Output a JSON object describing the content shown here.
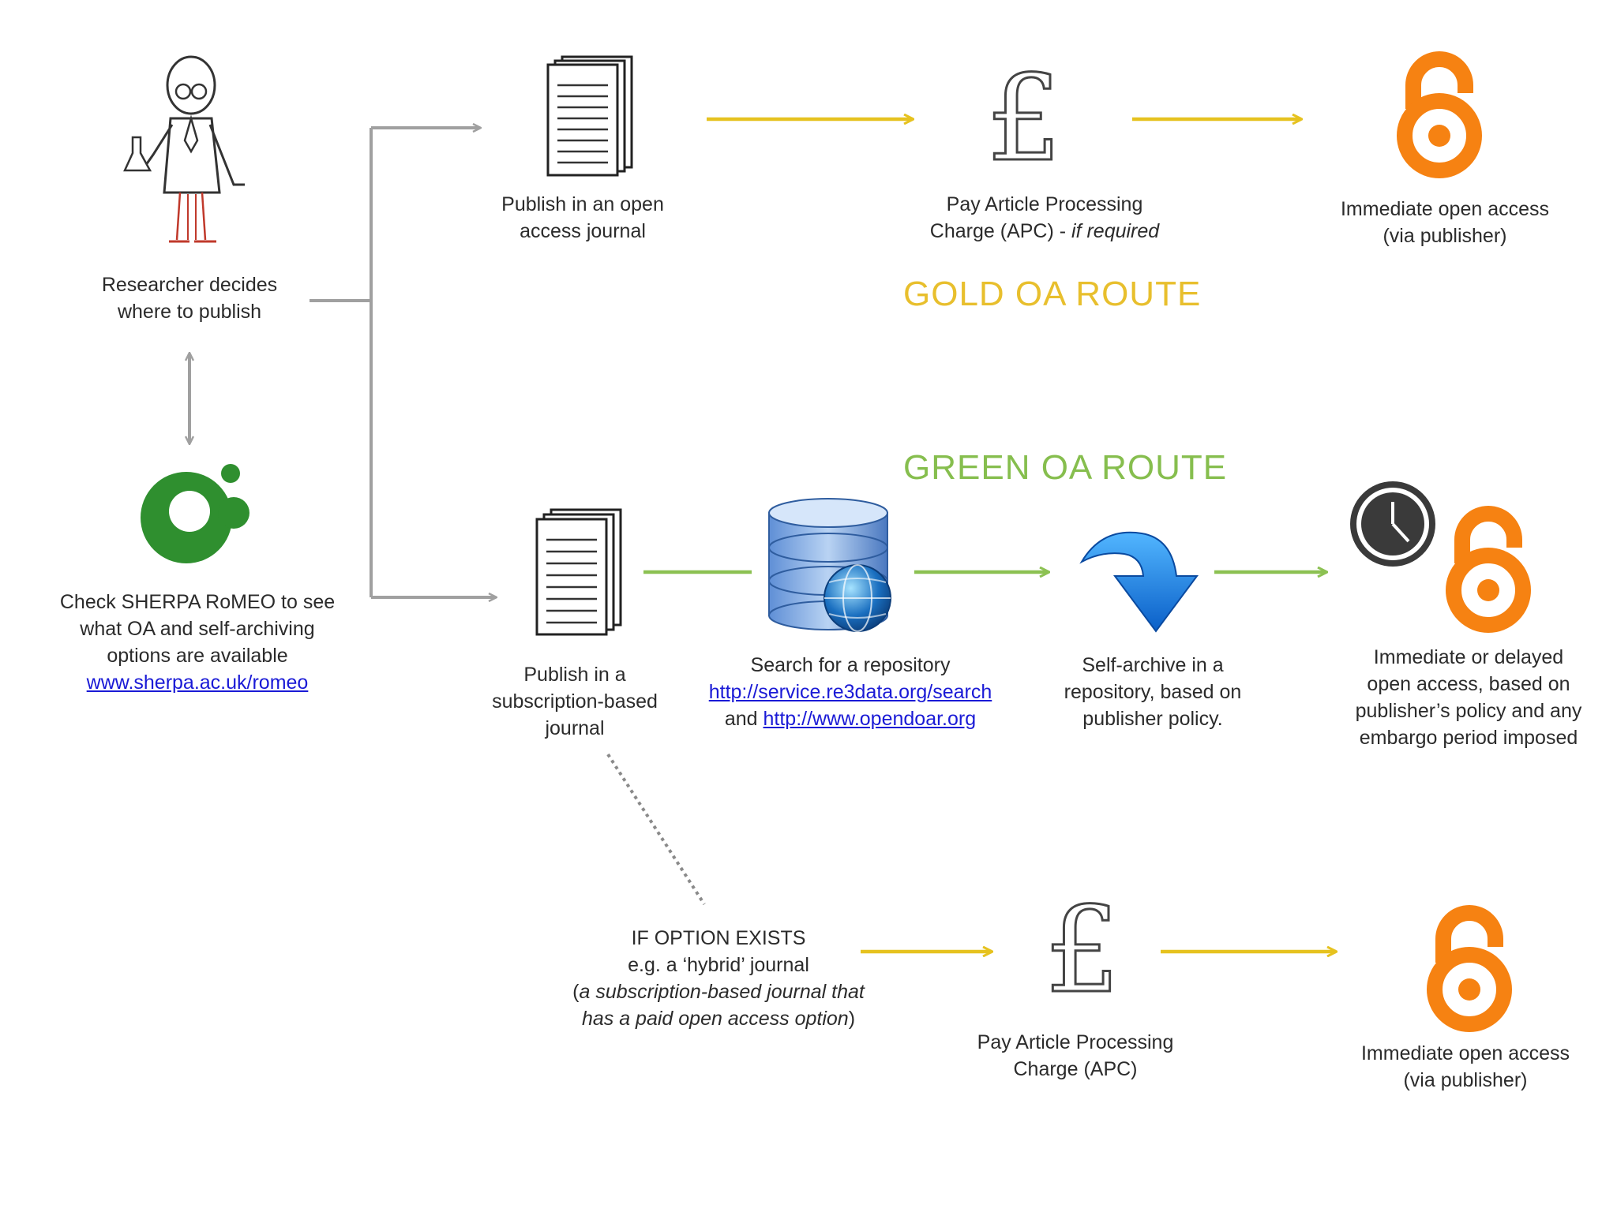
{
  "colors": {
    "gold": "#e8bf2d",
    "gold_arrow": "#e6c21f",
    "green": "#86be4e",
    "green_arrow": "#8cc152",
    "grey_arrow": "#a0a0a0",
    "link": "#1a1ad6",
    "oa_orange": "#f68212",
    "sherpa_green": "#2f8f2f"
  },
  "icons": {
    "researcher": "scientist-icon",
    "sherpa": "sherpa-romeo-logo",
    "document": "document-stack-icon",
    "pound": "pound-sign-icon",
    "open_access": "open-access-lock-icon",
    "database": "database-globe-icon",
    "download_arrow": "curved-down-arrow-icon",
    "clock": "clock-icon"
  },
  "researcher": {
    "line1": "Researcher decides",
    "line2": "where to publish"
  },
  "sherpa": {
    "line1": "Check SHERPA RoMEO to see",
    "line2": "what OA and self-archiving",
    "line3": "options are available",
    "link": "www.sherpa.ac.uk/romeo"
  },
  "gold_route": {
    "title": "GOLD OA ROUTE",
    "publish_line1": "Publish in an open",
    "publish_line2": "access journal",
    "apc_line1": "Pay Article Processing",
    "apc_line2_prefix": "Charge (APC) - ",
    "apc_line2_italic": "if required",
    "result_line1": "Immediate open access",
    "result_line2": "(via publisher)"
  },
  "green_route": {
    "title": "GREEN OA ROUTE",
    "publish_line1": "Publish in a",
    "publish_line2": "subscription-based",
    "publish_line3": "journal",
    "search_line1": "Search for a repository",
    "search_link1": "http://service.re3data.org/search",
    "search_and": "and ",
    "search_link2": "http://www.opendoar.org",
    "archive_line1": "Self-archive in a",
    "archive_line2": "repository, based on",
    "archive_line3": "publisher policy.",
    "result_line1": "Immediate or delayed",
    "result_line2": "open access, based on",
    "result_line3": "publisher’s policy and any",
    "result_line4": "embargo period imposed"
  },
  "hybrid": {
    "line1": "IF OPTION EXISTS",
    "line2": "e.g.  a ‘hybrid’ journal",
    "line3_open": "(",
    "line3_italic": "a subscription-based journal that",
    "line4_italic": "has a paid open access option",
    "line4_close": ")",
    "apc_line1": "Pay Article Processing",
    "apc_line2": "Charge (APC)",
    "result_line1": "Immediate open access",
    "result_line2": "(via publisher)"
  }
}
